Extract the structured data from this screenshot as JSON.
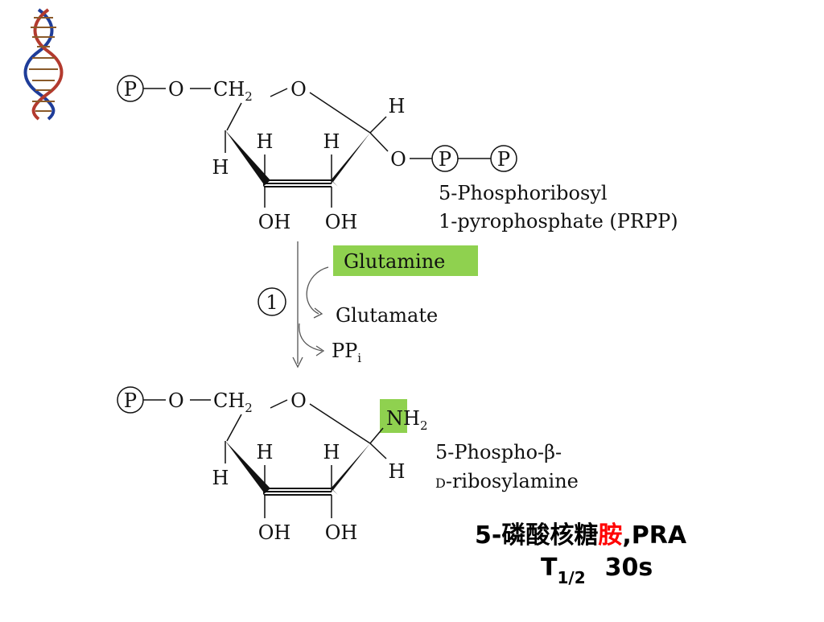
{
  "top_molecule": {
    "phosphate": "P",
    "o_link": "O",
    "ch": "CH",
    "ch_sub": "2",
    "ring_o": "O",
    "h_anomeric": "H",
    "h_c4_lower": "H",
    "h_c3": "H",
    "h_c2": "H",
    "oh_left": "OH",
    "oh_right": "OH",
    "o_pyro": "O",
    "p1": "P",
    "p2": "P",
    "name_line1": "5-Phosphoribosyl",
    "name_line2": "1-pyrophosphate (PRPP)"
  },
  "reaction": {
    "step": "1",
    "substrate": "Glutamine",
    "product1": "Glutamate",
    "product2": "PP",
    "product2_sub": "i"
  },
  "bottom_molecule": {
    "phosphate": "P",
    "o_link": "O",
    "ch": "CH",
    "ch_sub": "2",
    "ring_o": "O",
    "n": "N",
    "h2": "H",
    "h2_sub": "2",
    "h_anomeric": "H",
    "h_c4_lower": "H",
    "h_c3": "H",
    "h_c2": "H",
    "oh_left": "OH",
    "oh_right": "OH",
    "name_line1": "5-Phospho-β-",
    "name_line2_prefix": "D",
    "name_line2_rest": "-ribosylamine"
  },
  "caption": {
    "prefix": "5-磷酸核糖",
    "highlight": "胺",
    "suffix": ",PRA",
    "t": "T",
    "t_sub": "1/2",
    "t_value": "30s"
  },
  "colors": {
    "highlight": "#8fd14f",
    "caption_accent": "#ff0000"
  },
  "icons": {
    "corner": "dna-helix-icon"
  }
}
